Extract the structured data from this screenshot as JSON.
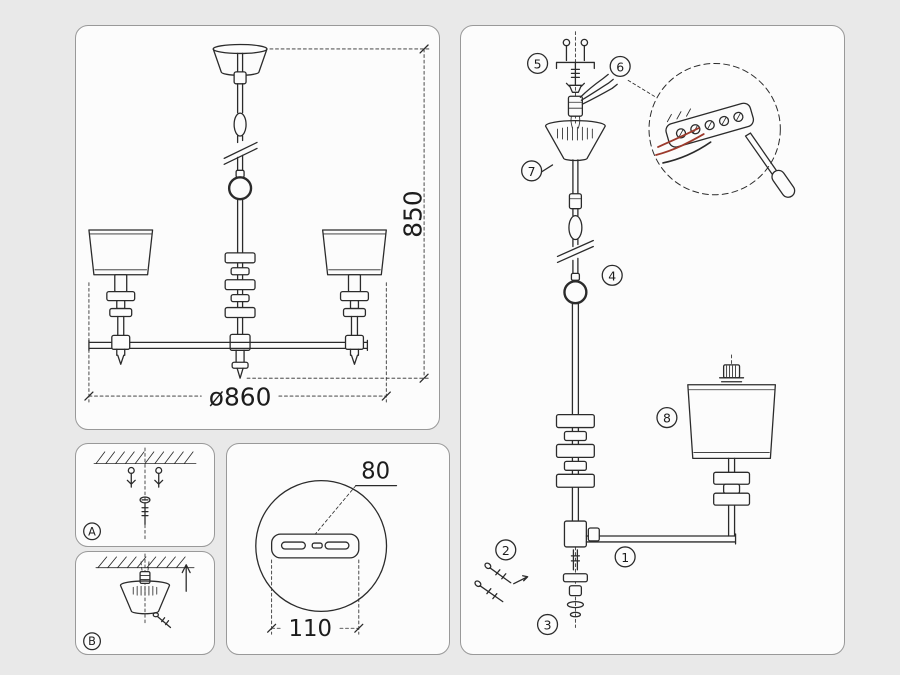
{
  "colors": {
    "background": "#e9e9e9",
    "panel_fill": "#fcfcfc",
    "panel_border": "#999999",
    "line": "#2b2b2b",
    "wire_red": "#9c3a2c"
  },
  "main_view": {
    "height_dim": "850",
    "diameter_dim": "ø860"
  },
  "detail_a": {
    "label": "A"
  },
  "detail_b": {
    "label": "B"
  },
  "plate_detail": {
    "width_dim": "80",
    "length_dim": "110"
  },
  "assembly": {
    "callouts": {
      "n1": "1",
      "n2": "2",
      "n3": "3",
      "n4": "4",
      "n5": "5",
      "n6": "6",
      "n7": "7",
      "n8": "8"
    }
  }
}
